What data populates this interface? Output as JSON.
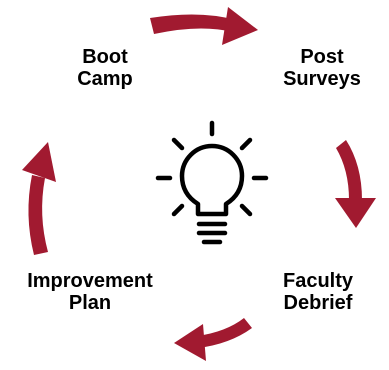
{
  "diagram": {
    "stages": [
      {
        "line1": "Boot",
        "line2": "Camp"
      },
      {
        "line1": "Post",
        "line2": "Surveys"
      },
      {
        "line1": "Faculty",
        "line2": "Debrief"
      },
      {
        "line1": "Improvement",
        "line2": "Plan"
      }
    ],
    "center_icon": "lightbulb-icon",
    "colors": {
      "arrow": "#A11A30",
      "icon": "#000000",
      "text": "#000000"
    }
  }
}
